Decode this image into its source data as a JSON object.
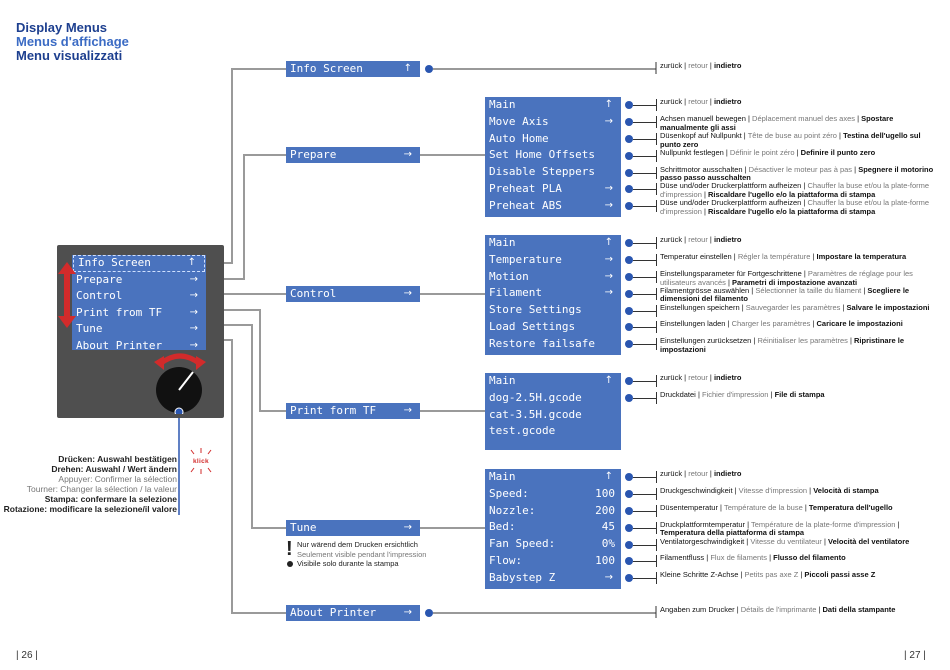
{
  "titles": [
    "Display Menus",
    "Menus d'affichage",
    "Menu visualizzati"
  ],
  "device": {
    "menu": [
      {
        "label": "Info Screen",
        "arrow": "↑"
      },
      {
        "label": "Prepare",
        "arrow": "→"
      },
      {
        "label": "Control",
        "arrow": "→"
      },
      {
        "label": "Print from TF",
        "arrow": "→"
      },
      {
        "label": "Tune",
        "arrow": "→"
      },
      {
        "label": "About Printer",
        "arrow": "→"
      }
    ]
  },
  "knob": {
    "lines": [
      {
        "text": "Drücken: Auswahl bestätigen",
        "lang": "de"
      },
      {
        "text": "Drehen: Auswahl / Wert ändern",
        "lang": "de"
      },
      {
        "text": "Appuyer: Confirmer la sélection",
        "lang": "fr"
      },
      {
        "text": "Tourner: Changer la sélection / la valeur",
        "lang": "fr"
      },
      {
        "text": "Stampa: confermare la selezione",
        "lang": "it"
      },
      {
        "text": "Rotazione: modificare la selezione/il valore",
        "lang": "it"
      }
    ],
    "click_label": "klick"
  },
  "level1": {
    "info": {
      "label": "Info Screen",
      "arrow": "↑"
    },
    "prepare": {
      "label": "Prepare",
      "arrow": "→"
    },
    "control": {
      "label": "Control",
      "arrow": "→"
    },
    "print": {
      "label": "Print form TF",
      "arrow": "→"
    },
    "tune": {
      "label": "Tune",
      "arrow": "→"
    },
    "about": {
      "label": "About Printer",
      "arrow": "→"
    }
  },
  "tune_note": {
    "de": "Nur wärend dem Drucken ersichtlich",
    "fr": "Seulement visible pendant l'impression",
    "it": "Visibile solo durante la stampa"
  },
  "prepare_menu": [
    {
      "label": "Main",
      "arrow": "↑"
    },
    {
      "label": "Move Axis",
      "arrow": "→"
    },
    {
      "label": "Auto Home",
      "arrow": ""
    },
    {
      "label": "Set Home Offsets",
      "arrow": ""
    },
    {
      "label": "Disable Steppers",
      "arrow": ""
    },
    {
      "label": "Preheat PLA",
      "arrow": "→"
    },
    {
      "label": "Preheat ABS",
      "arrow": "→"
    }
  ],
  "control_menu": [
    {
      "label": "Main",
      "arrow": "↑"
    },
    {
      "label": "Temperature",
      "arrow": "→"
    },
    {
      "label": "Motion",
      "arrow": "→"
    },
    {
      "label": "Filament",
      "arrow": "→"
    },
    {
      "label": "Store Settings",
      "arrow": ""
    },
    {
      "label": "Load Settings",
      "arrow": ""
    },
    {
      "label": "Restore failsafe",
      "arrow": ""
    }
  ],
  "print_menu": [
    {
      "label": "Main",
      "arrow": "↑"
    },
    {
      "label": "dog-2.5H.gcode",
      "arrow": ""
    },
    {
      "label": "cat-3.5H.gcode",
      "arrow": ""
    },
    {
      "label": "test.gcode",
      "arrow": ""
    }
  ],
  "tune_menu": [
    {
      "label": "Main",
      "value": "↑"
    },
    {
      "label": "Speed:",
      "value": "100"
    },
    {
      "label": "Nozzle:",
      "value": "200"
    },
    {
      "label": "Bed:",
      "value": "45"
    },
    {
      "label": "Fan Speed:",
      "value": "0%"
    },
    {
      "label": "Flow:",
      "value": "100"
    },
    {
      "label": "Babystep Z",
      "value": "→"
    }
  ],
  "descriptions": {
    "info": {
      "de": "zurück",
      "fr": "retour",
      "it": "indietro"
    },
    "prepare": [
      {
        "de": "zurück",
        "fr": "retour",
        "it": "indietro"
      },
      {
        "de": "Achsen manuell bewegen",
        "fr": "Déplacement manuel des axes",
        "it": "Spostare manualmente gli assi"
      },
      {
        "de": "Düsenkopf auf Nullpunkt",
        "fr": "Tête de buse au point zéro",
        "it": "Testina dell'ugello sul punto zero"
      },
      {
        "de": "Nullpunkt festlegen",
        "fr": "Définir le point zéro",
        "it": "Definire il punto zero"
      },
      {
        "de": "Schrittmotor ausschalten",
        "fr": "Désactiver le moteur pas à pas",
        "it": "Spegnere il motorino passo passo ausschalten"
      },
      {
        "de": "Düse und/oder Druckerplattform aufheizen",
        "fr": "Chauffer la buse et/ou la plate-forme d'impression",
        "it": "Riscaldare l'ugello e/o la piattaforma di stampa"
      },
      {
        "de": "Düse und/oder Druckerplattform aufheizen",
        "fr": "Chauffer la buse et/ou la plate-forme d'impression",
        "it": "Riscaldare l'ugello e/o la piattaforma di stampa"
      }
    ],
    "control": [
      {
        "de": "zurück",
        "fr": "retour",
        "it": "indietro"
      },
      {
        "de": "Temperatur einstellen",
        "fr": "Régler la température",
        "it": "Impostare la temperatura"
      },
      {
        "de": "Einstellungsparameter für Fortgeschrittene",
        "fr": "Paramètres de réglage pour les utilisateurs avancés",
        "it": "Parametri di impostazione avanzati"
      },
      {
        "de": "Filamentgrösse auswählen",
        "fr": "Sélectionner la taille du filament",
        "it": "Scegliere le dimensioni del filamento"
      },
      {
        "de": "Einstellungen speichern",
        "fr": "Sauvegarder les paramètres",
        "it": "Salvare le impostazioni"
      },
      {
        "de": "Einstellungen laden",
        "fr": "Charger les paramètres",
        "it": "Caricare le impostazioni"
      },
      {
        "de": "Einstellungen zurücksetzen",
        "fr": "Réinitialiser les paramètres",
        "it": "Ripristinare le impostazioni"
      }
    ],
    "print": [
      {
        "de": "zurück",
        "fr": "retour",
        "it": "indietro"
      },
      {
        "de": "Druckdatei",
        "fr": "Fichier d'impression",
        "it": "File di stampa"
      }
    ],
    "tune": [
      {
        "de": "zurück",
        "fr": "retour",
        "it": "indietro"
      },
      {
        "de": "Druckgeschwindigkeit",
        "fr": "Vitesse d'impression",
        "it": "Velocità di stampa"
      },
      {
        "de": "Düsentemperatur",
        "fr": "Température de la buse",
        "it": "Temperatura dell'ugello"
      },
      {
        "de": "Druckplattformtemperatur",
        "fr": "Température de la plate-forme d'impression",
        "it": "Temperatura della piattaforma di stampa"
      },
      {
        "de": "Ventilatorgeschwindigkeit",
        "fr": "Vitesse du ventilateur",
        "it": "Velocità del ventilatore"
      },
      {
        "de": "Filamentfluss",
        "fr": "Flux de filaments",
        "it": "Flusso del filamento"
      },
      {
        "de": "Kleine Schritte Z-Achse",
        "fr": "Petits pas axe Z",
        "it": "Piccoli passi asse Z"
      }
    ],
    "about": {
      "de": "Angaben zum Drucker",
      "fr": "Détails de l'imprimante",
      "it": "Dati della stampante"
    }
  },
  "page_left": "| 26 |",
  "page_right": "| 27 |",
  "colors": {
    "lcd": "#4a73be",
    "dot": "#2a56b0",
    "line": "#999999",
    "title": "#1d3f8f",
    "accent": "#d22b2b"
  }
}
